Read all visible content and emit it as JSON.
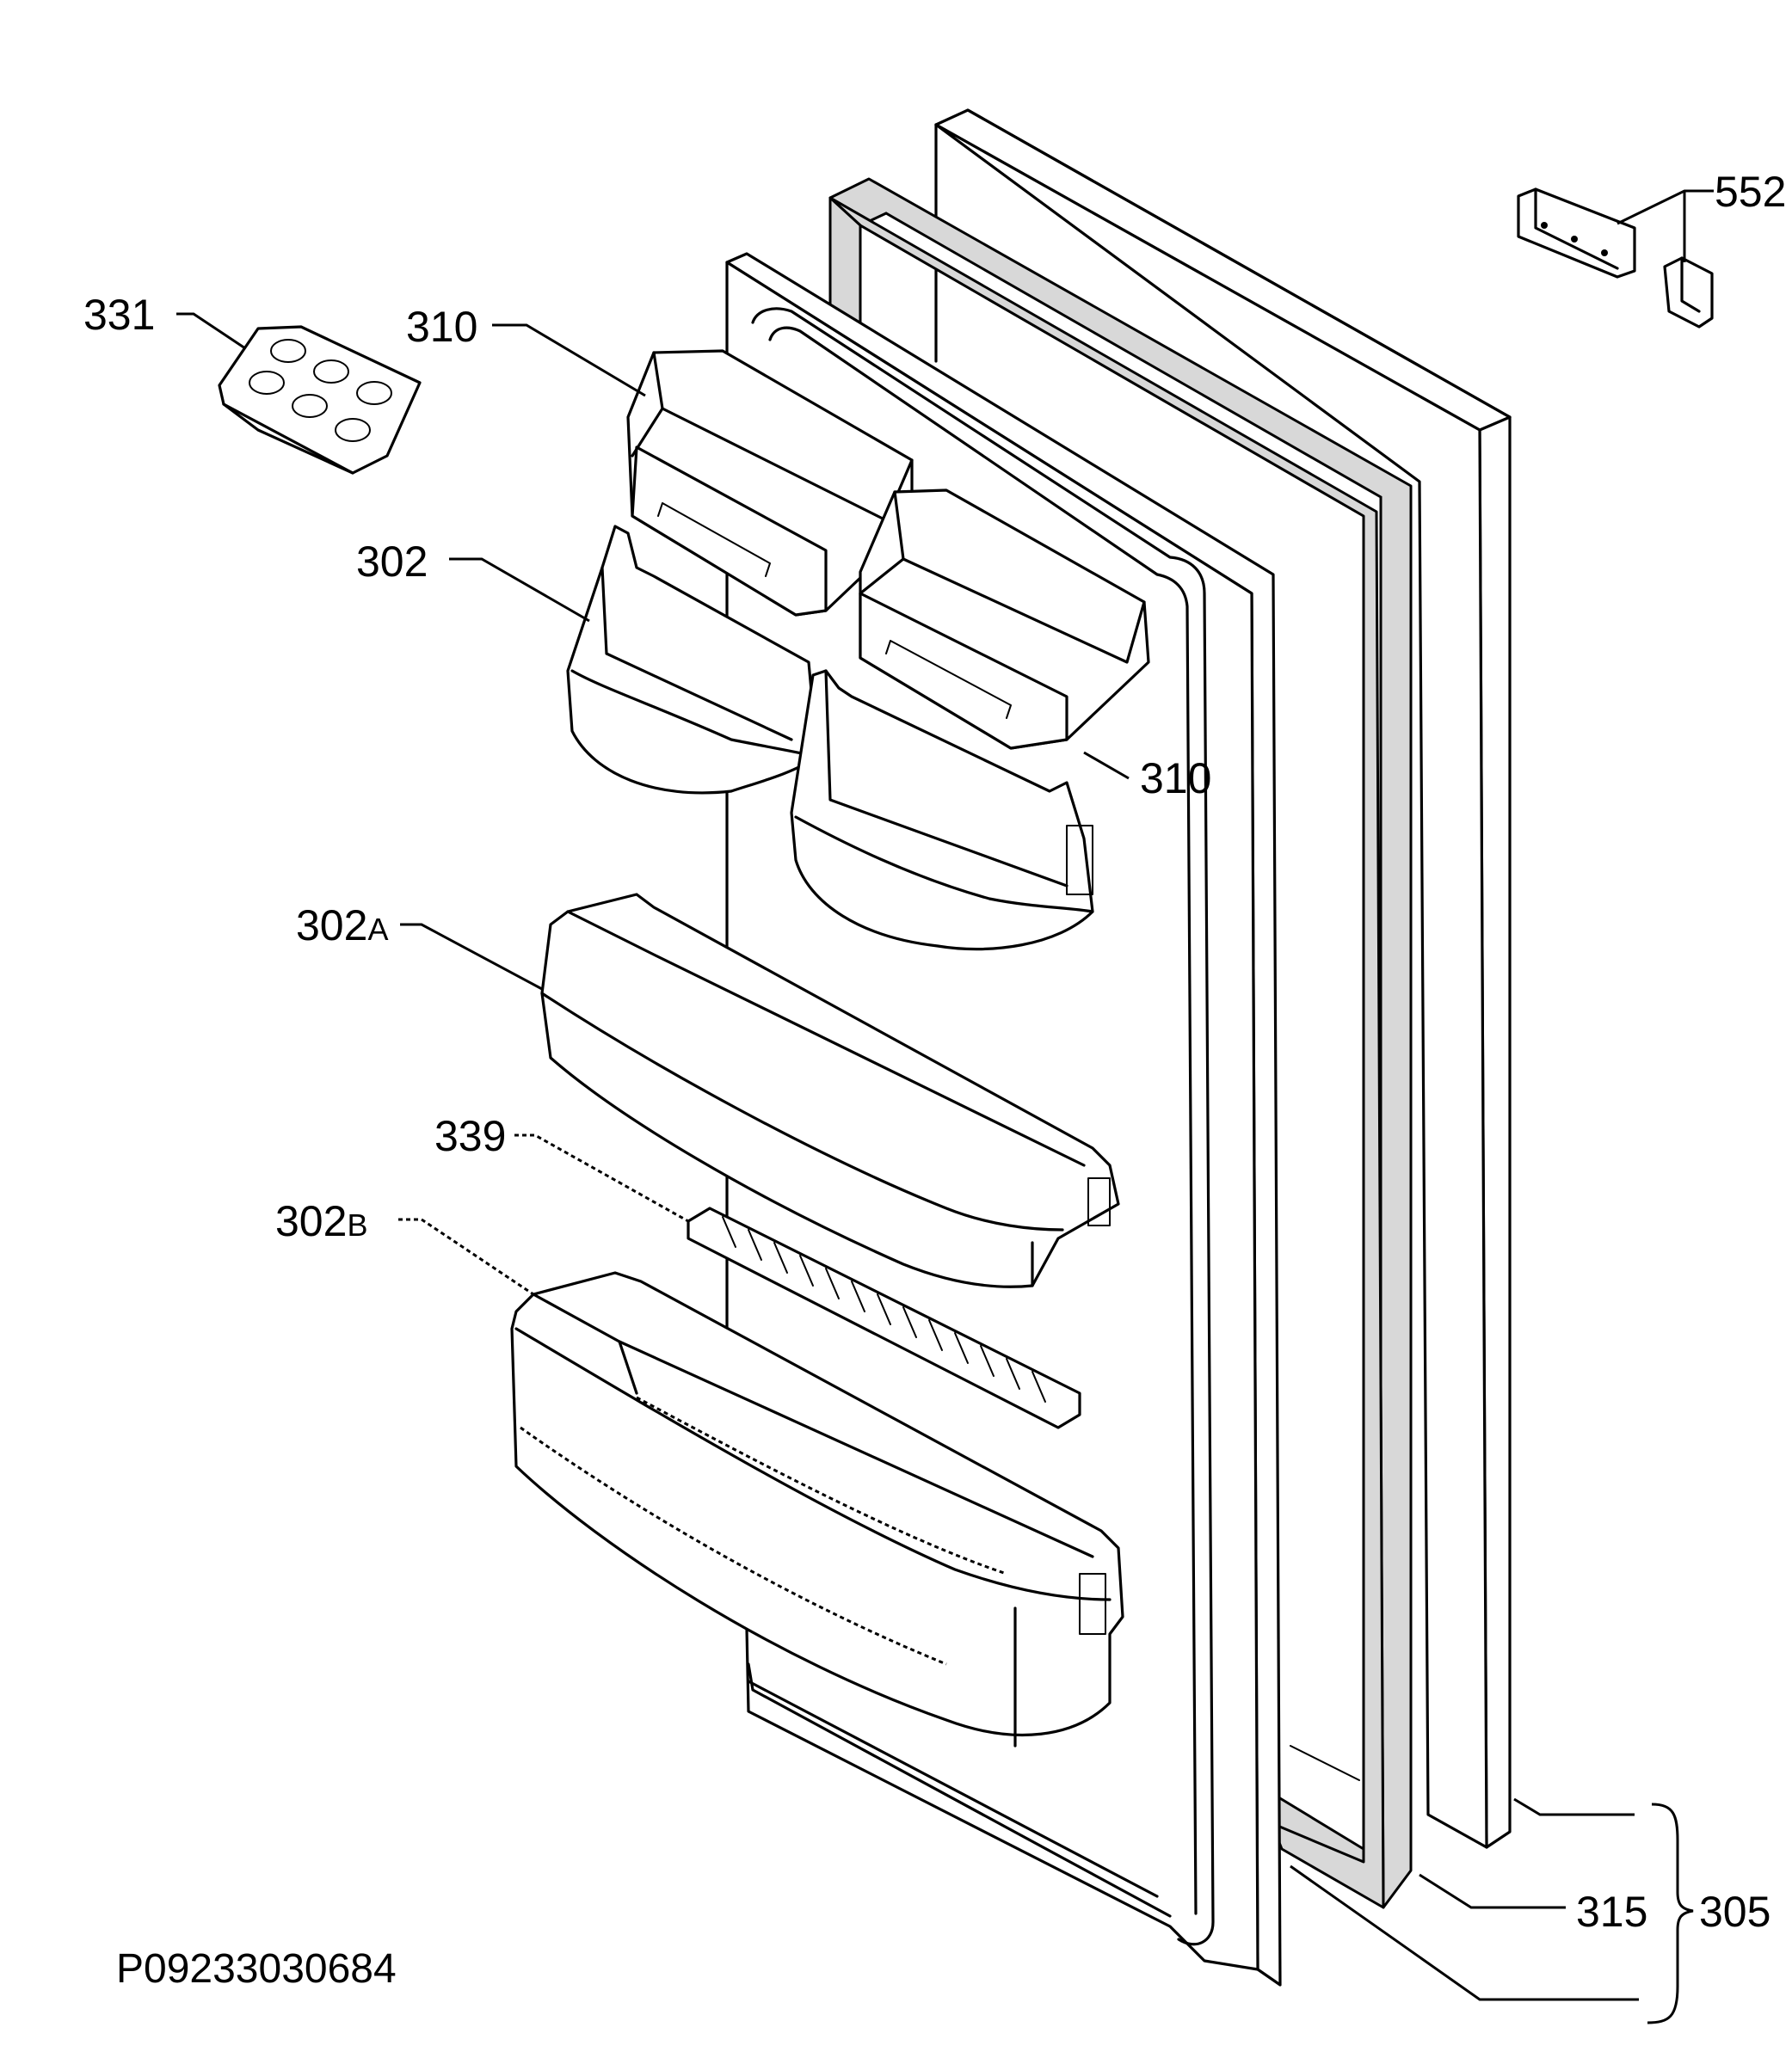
{
  "drawing_code": "P09233030684",
  "callouts": {
    "egg_tray": {
      "number": "331"
    },
    "upper_box_left": {
      "number": "310"
    },
    "upper_box_right": {
      "number": "310"
    },
    "small_shelf": {
      "number": "302"
    },
    "shelf_a": {
      "number": "302",
      "suffix": "A"
    },
    "bottle_rack": {
      "number": "339"
    },
    "shelf_b": {
      "number": "302",
      "suffix": "B"
    },
    "hinge_kit": {
      "number": "552"
    },
    "door_gasket": {
      "number": "315"
    },
    "door_assembly": {
      "number": "305"
    }
  }
}
